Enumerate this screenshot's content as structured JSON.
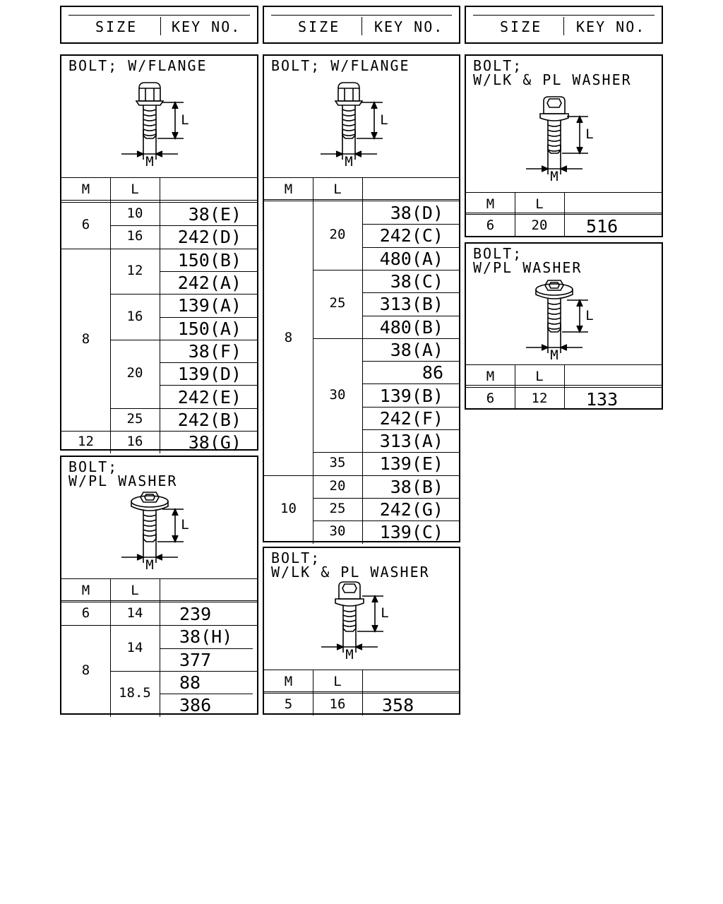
{
  "header": {
    "size_label": "SIZE",
    "key_label": "KEY NO."
  },
  "table_labels": {
    "m": "M",
    "l": "L"
  },
  "panels": {
    "p1": {
      "title": "BOLT; W/FLANGE",
      "m": "M",
      "l": "L",
      "head_icon": "bolt-flange-icon",
      "m_groups": [
        "6",
        "8",
        "12"
      ],
      "l_groups": [
        "10",
        "16",
        "12",
        "16",
        "20",
        "25",
        "16"
      ],
      "keys": [
        "38(E)",
        "242(D)",
        "150(B)",
        "242(A)",
        "139(A)",
        "150(A)",
        "38(F)",
        "139(D)",
        "242(E)",
        "242(B)",
        "38(G)"
      ]
    },
    "p2": {
      "title": "BOLT;\nW/PL WASHER",
      "m": "M",
      "l": "L",
      "head_icon": "bolt-pl-washer-icon",
      "m_groups": [
        "6",
        "8"
      ],
      "l_groups": [
        "14",
        "14",
        "18.5"
      ],
      "keys": [
        "239",
        "38(H)",
        "377",
        "88",
        "386"
      ]
    },
    "p3": {
      "title": "BOLT; W/FLANGE",
      "m": "M",
      "l": "L",
      "head_icon": "bolt-flange-icon",
      "m_groups": [
        "8",
        "10"
      ],
      "l_groups": [
        "20",
        "25",
        "30",
        "35",
        "20",
        "25",
        "30"
      ],
      "keys": [
        "38(D)",
        "242(C)",
        "480(A)",
        "38(C)",
        "313(B)",
        "480(B)",
        "38(A)",
        "86",
        "139(B)",
        "242(F)",
        "313(A)",
        "139(E)",
        "38(B)",
        "242(G)",
        "139(C)"
      ]
    },
    "p4": {
      "title": "BOLT;\nW/LK & PL WASHER",
      "m": "M",
      "l": "L",
      "head_icon": "bolt-lk-pl-washer-icon",
      "m_groups": [
        "5"
      ],
      "l_groups": [
        "16"
      ],
      "keys": [
        "358"
      ]
    },
    "p5": {
      "title": "BOLT;\nW/LK & PL WASHER",
      "m": "M",
      "l": "L",
      "head_icon": "bolt-lk-pl-washer-icon",
      "m_groups": [
        "6"
      ],
      "l_groups": [
        "20"
      ],
      "keys": [
        "516"
      ]
    },
    "p6": {
      "title": "BOLT;\nW/PL WASHER",
      "m": "M",
      "l": "L",
      "head_icon": "bolt-pl-washer-icon",
      "m_groups": [
        "6"
      ],
      "l_groups": [
        "12"
      ],
      "keys": [
        "133"
      ]
    }
  }
}
